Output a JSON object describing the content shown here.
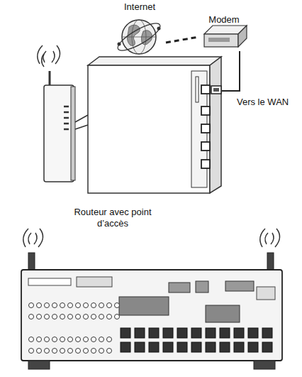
{
  "diagram": {
    "nodes": [
      {
        "text": [
          "Internet"
        ]
      },
      {
        "text": [
          "Modem"
        ]
      },
      {
        "text": [
          "Routeur avec point d’accès"
        ]
      }
    ],
    "edges": [
      {
        "from": 0,
        "to": 1,
        "arrow": "none"
      },
      {
        "from": 1,
        "to": 2,
        "label": "Vers le WAN",
        "arrow": "none"
      }
    ]
  }
}
